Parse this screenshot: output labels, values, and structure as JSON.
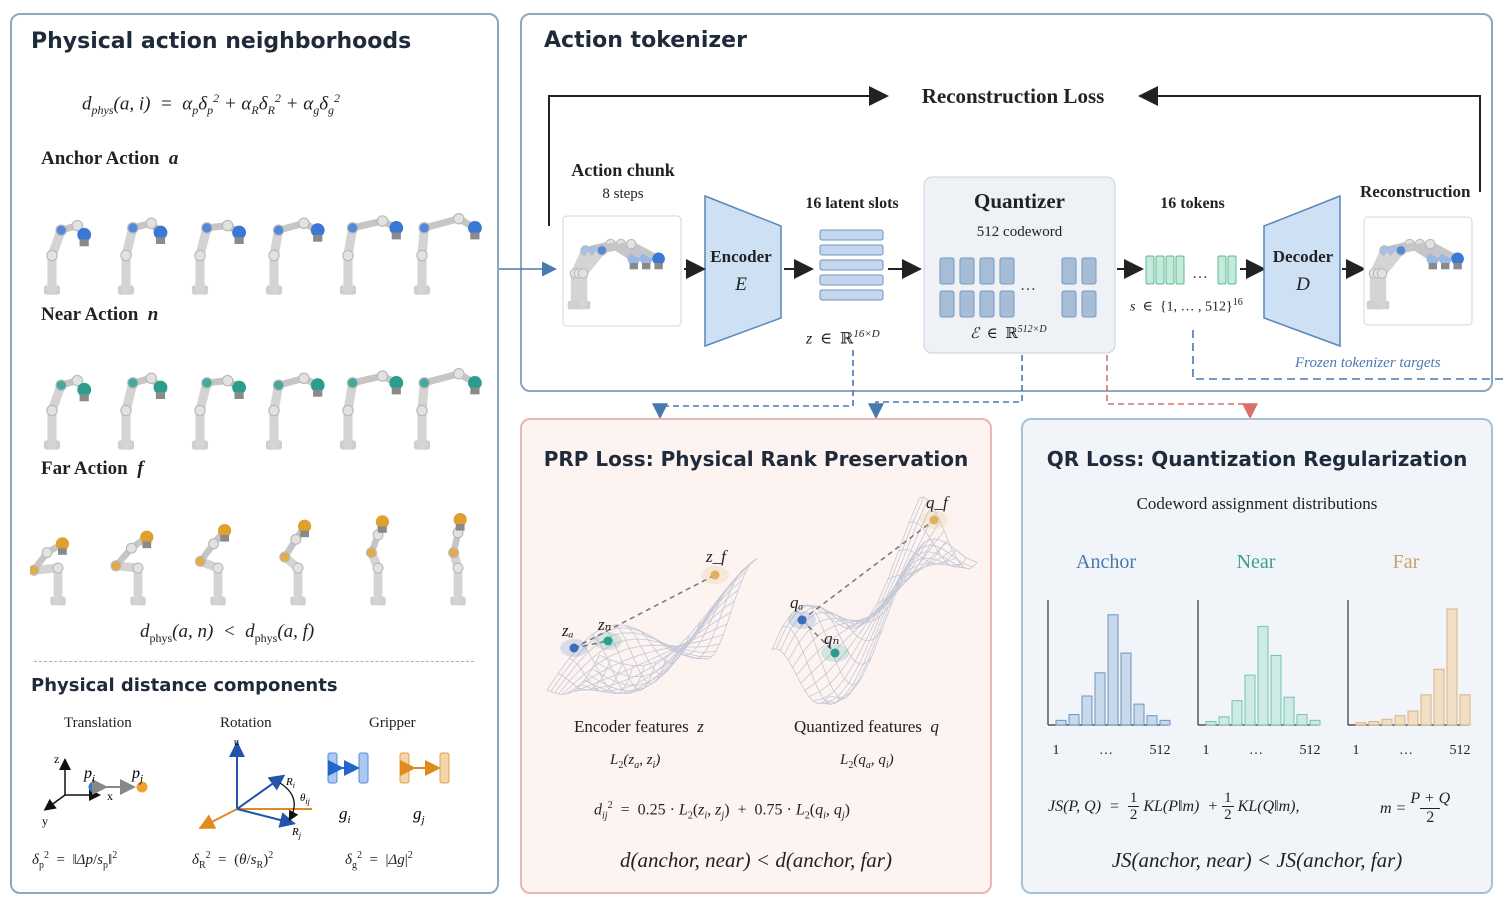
{
  "left": {
    "title": "Physical action neighborhoods",
    "formula": "d_phys(a, i) = α_p δ_p² + α_R δ_R² + α_g δ_g²",
    "anchor_label": "Anchor Action",
    "anchor_symbol": "a",
    "near_label": "Near Action",
    "near_symbol": "n",
    "far_label": "Far Action",
    "far_symbol": "f",
    "inequality": "d_phys(a, n) < d_phys(a, f)",
    "components_title": "Physical distance components",
    "translation_label": "Translation",
    "rotation_label": "Rotation",
    "gripper_label": "Gripper",
    "delta_p": "δ_p² = ‖Δp/s_p‖²",
    "delta_R": "δ_R² = (θ/s_R)²",
    "delta_g": "δ_g² = |Δg|²",
    "colors": {
      "anchor": "#3a78d6",
      "near": "#2a9d8f",
      "far": "#e0a030"
    }
  },
  "tokenizer": {
    "title": "Action tokenizer",
    "recon_loss": "Reconstruction Loss",
    "action_chunk": "Action chunk",
    "steps": "8 steps",
    "encoder": "Encoder",
    "encoder_sym": "E",
    "latent_title": "16 latent slots",
    "latent_space": "z ∈ ℝ16×D",
    "quantizer": "Quantizer",
    "codewords": "512 codeword",
    "codebook_space": "ℰ ∈ ℝ512×D",
    "tokens_title": "16 tokens",
    "token_space": "s ∈ {1, … , 512}16",
    "decoder": "Decoder",
    "decoder_sym": "D",
    "reconstruction": "Reconstruction",
    "frozen": "Frozen tokenizer targets",
    "ellipsis": "…"
  },
  "prp": {
    "title": "PRP Loss: Physical Rank Preservation",
    "enc_label": "Encoder features",
    "enc_sym": "z",
    "quant_label": "Quantized features",
    "quant_sym": "q",
    "l2_z": "L₂(zₐ, zᵢ)",
    "l2_q": "L₂(qₐ, qᵢ)",
    "dij": "dᵢⱼ² = 0.25 · L₂(zᵢ, zⱼ) + 0.75 · L₂(qᵢ, qⱼ)",
    "ineq": "d(anchor, near) < d(anchor, far)",
    "za": "zₐ",
    "zn": "zₙ",
    "zf": "z_f",
    "qa": "qₐ",
    "qn": "qₙ",
    "qf": "q_f"
  },
  "qr": {
    "title": "QR Loss: Quantization Regularization",
    "subtitle": "Codeword assignment distributions",
    "js": "JS(P, Q) = ½ KL(P‖m) + ½ KL(Q‖m),",
    "m": "m = (P + Q) / 2",
    "ineq": "JS(anchor, near) < JS(anchor, far)",
    "hists": [
      {
        "name": "Anchor",
        "color": "#4a78a8",
        "fill": "#c9d9ec",
        "stroke": "#6f95c0",
        "values": [
          0.04,
          0.09,
          0.25,
          0.45,
          0.95,
          0.62,
          0.18,
          0.08,
          0.04
        ],
        "axis": [
          "1",
          "…",
          "512"
        ]
      },
      {
        "name": "Near",
        "color": "#3aa08e",
        "fill": "#cdeae4",
        "stroke": "#74c2b2",
        "values": [
          0.03,
          0.07,
          0.21,
          0.43,
          0.85,
          0.6,
          0.24,
          0.09,
          0.04
        ],
        "axis": [
          "1",
          "…",
          "512"
        ]
      },
      {
        "name": "Far",
        "color": "#c9a066",
        "fill": "#f2dfc3",
        "stroke": "#d4b387",
        "values": [
          0.02,
          0.03,
          0.05,
          0.08,
          0.12,
          0.26,
          0.48,
          1.0,
          0.26
        ],
        "axis": [
          "1",
          "…",
          "512"
        ]
      }
    ]
  }
}
